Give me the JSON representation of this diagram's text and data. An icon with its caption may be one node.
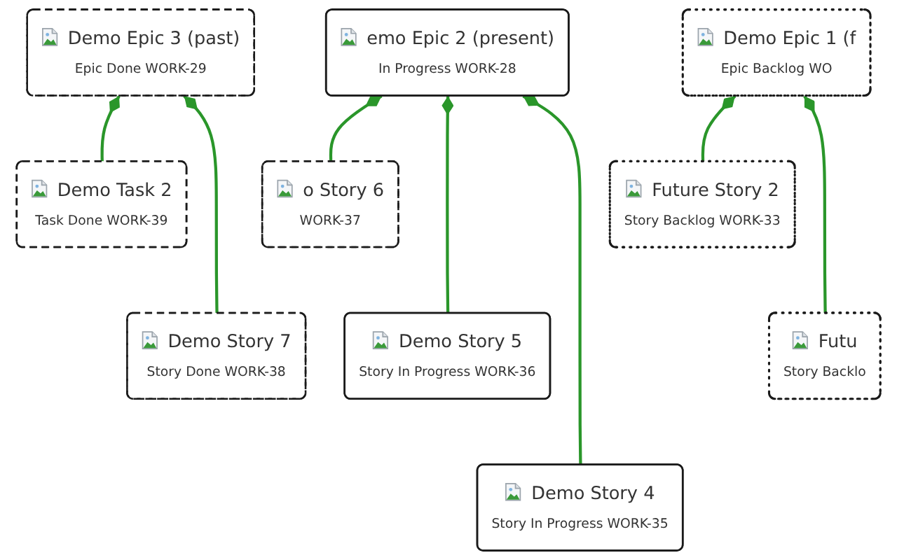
{
  "diagram": {
    "nodes": [
      {
        "text": [
          "emo Epic 2 (present)",
          "In Progress WORK-28"
        ]
      },
      {
        "text": [
          "o Story 6",
          "WORK-37"
        ]
      },
      {
        "text": [
          "Demo Story 5",
          "Story In Progress WORK-36"
        ]
      },
      {
        "text": [
          "Demo Story 4",
          "Story In Progress WORK-35"
        ]
      },
      {
        "text": [
          "Demo Epic 3 (past)",
          "Epic Done WORK-29"
        ]
      },
      {
        "text": [
          "Demo Task 2",
          "Task Done WORK-39"
        ]
      },
      {
        "text": [
          "Demo Story 7",
          "Story Done WORK-38"
        ]
      },
      {
        "text": [
          "Demo Epic 1 (f",
          "Epic Backlog WO"
        ]
      },
      {
        "text": [
          "Future Story 2",
          "Story Backlog WORK-33"
        ]
      },
      {
        "text": [
          "Futu",
          "Story Backlo"
        ]
      }
    ],
    "edges": [
      {
        "from": 0,
        "to": 1,
        "arrow": "other"
      },
      {
        "from": 0,
        "to": 2,
        "arrow": "other"
      },
      {
        "from": 0,
        "to": 3,
        "arrow": "other"
      },
      {
        "from": 4,
        "to": 5,
        "arrow": "other"
      },
      {
        "from": 4,
        "to": 6,
        "arrow": "other"
      },
      {
        "from": 7,
        "to": 8,
        "arrow": "other"
      },
      {
        "from": 7,
        "to": 9,
        "arrow": "other"
      }
    ]
  }
}
